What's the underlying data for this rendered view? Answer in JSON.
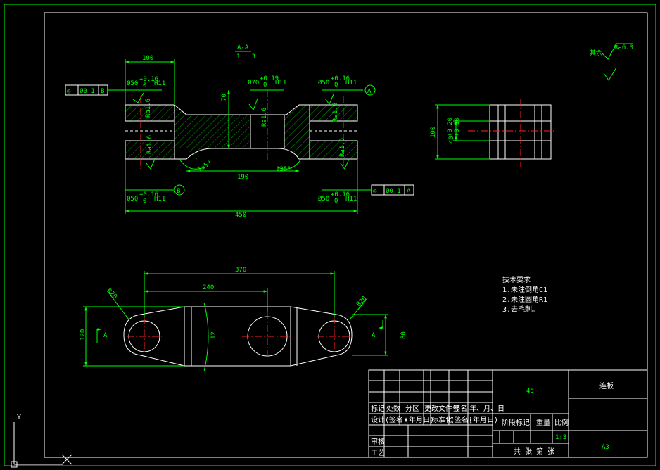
{
  "section_label": {
    "name": "A-A",
    "scale": "1 : 3"
  },
  "roughness": {
    "global_prefix": "其余",
    "global_value": "Ra6.3",
    "local_value": "Ra1.6"
  },
  "gdt": {
    "left": {
      "sym": "◎",
      "tol": "Ø0.1",
      "datum": "B"
    },
    "right": {
      "sym": "◎",
      "tol": "Ø0.1",
      "datum": "A"
    }
  },
  "datums": {
    "a": "A",
    "b": "B"
  },
  "section_dims": {
    "d100": "100",
    "d70": "70",
    "d190": "190",
    "d450": "450",
    "ang1": "135°",
    "ang2": "135°",
    "hole_l_top": {
      "base": "Ø50",
      "up": "+0.16",
      "low": "0",
      "fit": "H11"
    },
    "hole_c_top": {
      "base": "Ø70",
      "up": "+0.19",
      "low": "0",
      "fit": "H11"
    },
    "hole_r_top": {
      "base": "Ø50",
      "up": "+0.16",
      "low": "0",
      "fit": "H11"
    },
    "hole_l_bot": {
      "base": "Ø50",
      "up": "+0.16",
      "low": "0",
      "fit": "H11"
    },
    "hole_r_bot": {
      "base": "Ø50",
      "up": "+0.16",
      "low": "0",
      "fit": "H11"
    }
  },
  "side_dims": {
    "d100": "100",
    "d40": "40",
    "tol_up": "+0.20",
    "tol_low": "+0.10"
  },
  "plan_dims": {
    "d370": "370",
    "d240": "240",
    "r20a": "R20",
    "r20b": "R20",
    "d120": "120",
    "d80": "80",
    "d12": "12",
    "secA_left": "A",
    "secA_right": "A"
  },
  "tech_req": {
    "title": "技术要求",
    "items": [
      "1.未注倒角C1",
      "2.未注圆角R1",
      "3.去毛刺。"
    ]
  },
  "title_block": {
    "material": "45",
    "part_name": "连板",
    "sheet": "A3",
    "scale": "1:3",
    "row_headers": [
      "标记",
      "处数",
      "分区",
      "更改文件号",
      "签名",
      "年、月、日"
    ],
    "design_row": [
      "设计",
      "(签名)",
      "(年月日)",
      "标准化",
      "(签名)",
      "(年月日)"
    ],
    "stage_label": "阶段标记",
    "weight_label": "重量",
    "scale_label": "比例",
    "review": "审核",
    "process": "工艺",
    "sheets": "共   张   第   张"
  },
  "ucs": {
    "y": "Y"
  }
}
